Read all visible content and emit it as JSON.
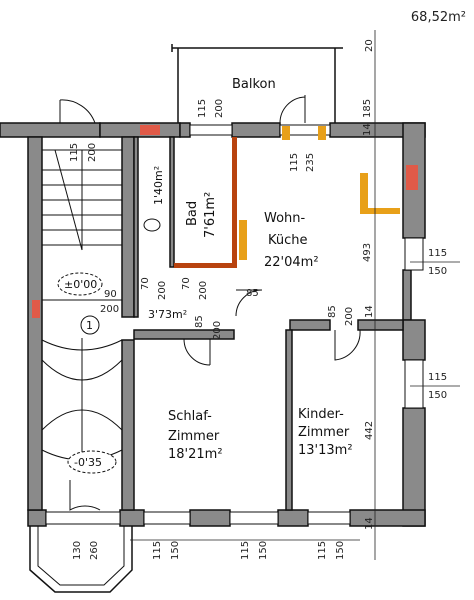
{
  "total_area": "68,52m²",
  "rooms": {
    "balkon": "Balkon",
    "bad_name": "Bad",
    "bad_area": "7'61m²",
    "wc_area": "1'40m²",
    "wohn_1": "Wohn-",
    "wohn_2": "Küche",
    "wohn_area": "22'04m²",
    "flur_area": "3'73m²",
    "schlaf_1": "Schlaf-",
    "schlaf_2": "Zimmer",
    "schlaf_area": "18'21m²",
    "kinder_1": "Kinder-",
    "kinder_2": "Zimmer",
    "kinder_area": "13'13m²"
  },
  "levels": {
    "upper": "±0'00",
    "lower": "-0'35",
    "stair_no": "1"
  },
  "dims": {
    "d115": "115",
    "d200": "200",
    "d235": "235",
    "d185": "185",
    "d20": "20",
    "d14": "14",
    "d150": "150",
    "d493": "493",
    "d442": "442",
    "d90": "90",
    "d70": "70",
    "d85": "85",
    "d130": "130",
    "d260": "260"
  },
  "colors": {
    "wall": "#888888",
    "orange": "#e8a019",
    "red": "#e05a48",
    "brown": "#b8430f"
  }
}
